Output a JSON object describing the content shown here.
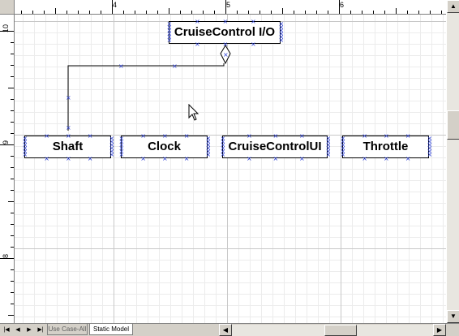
{
  "ruler": {
    "horizontal": [
      "4",
      "5",
      "6"
    ],
    "vertical": [
      "10",
      "9",
      "8"
    ]
  },
  "diagram": {
    "io_class": "CruiseControl I/O",
    "classes": [
      "Shaft",
      "Clock",
      "CruiseControlUI",
      "Throttle"
    ]
  },
  "tabs": {
    "use_case": "Use Case-All",
    "static_model": "Static Model",
    "active": "Static Model"
  },
  "icons": {
    "first": "first-page-icon",
    "prev": "previous-page-icon",
    "next": "next-page-icon",
    "last": "last-page-icon",
    "cursor": "mouse-pointer-icon"
  },
  "colors": {
    "handle": "#2b3fd6",
    "grid_major": "#c8c8c8",
    "grid_minor": "#ececec"
  }
}
